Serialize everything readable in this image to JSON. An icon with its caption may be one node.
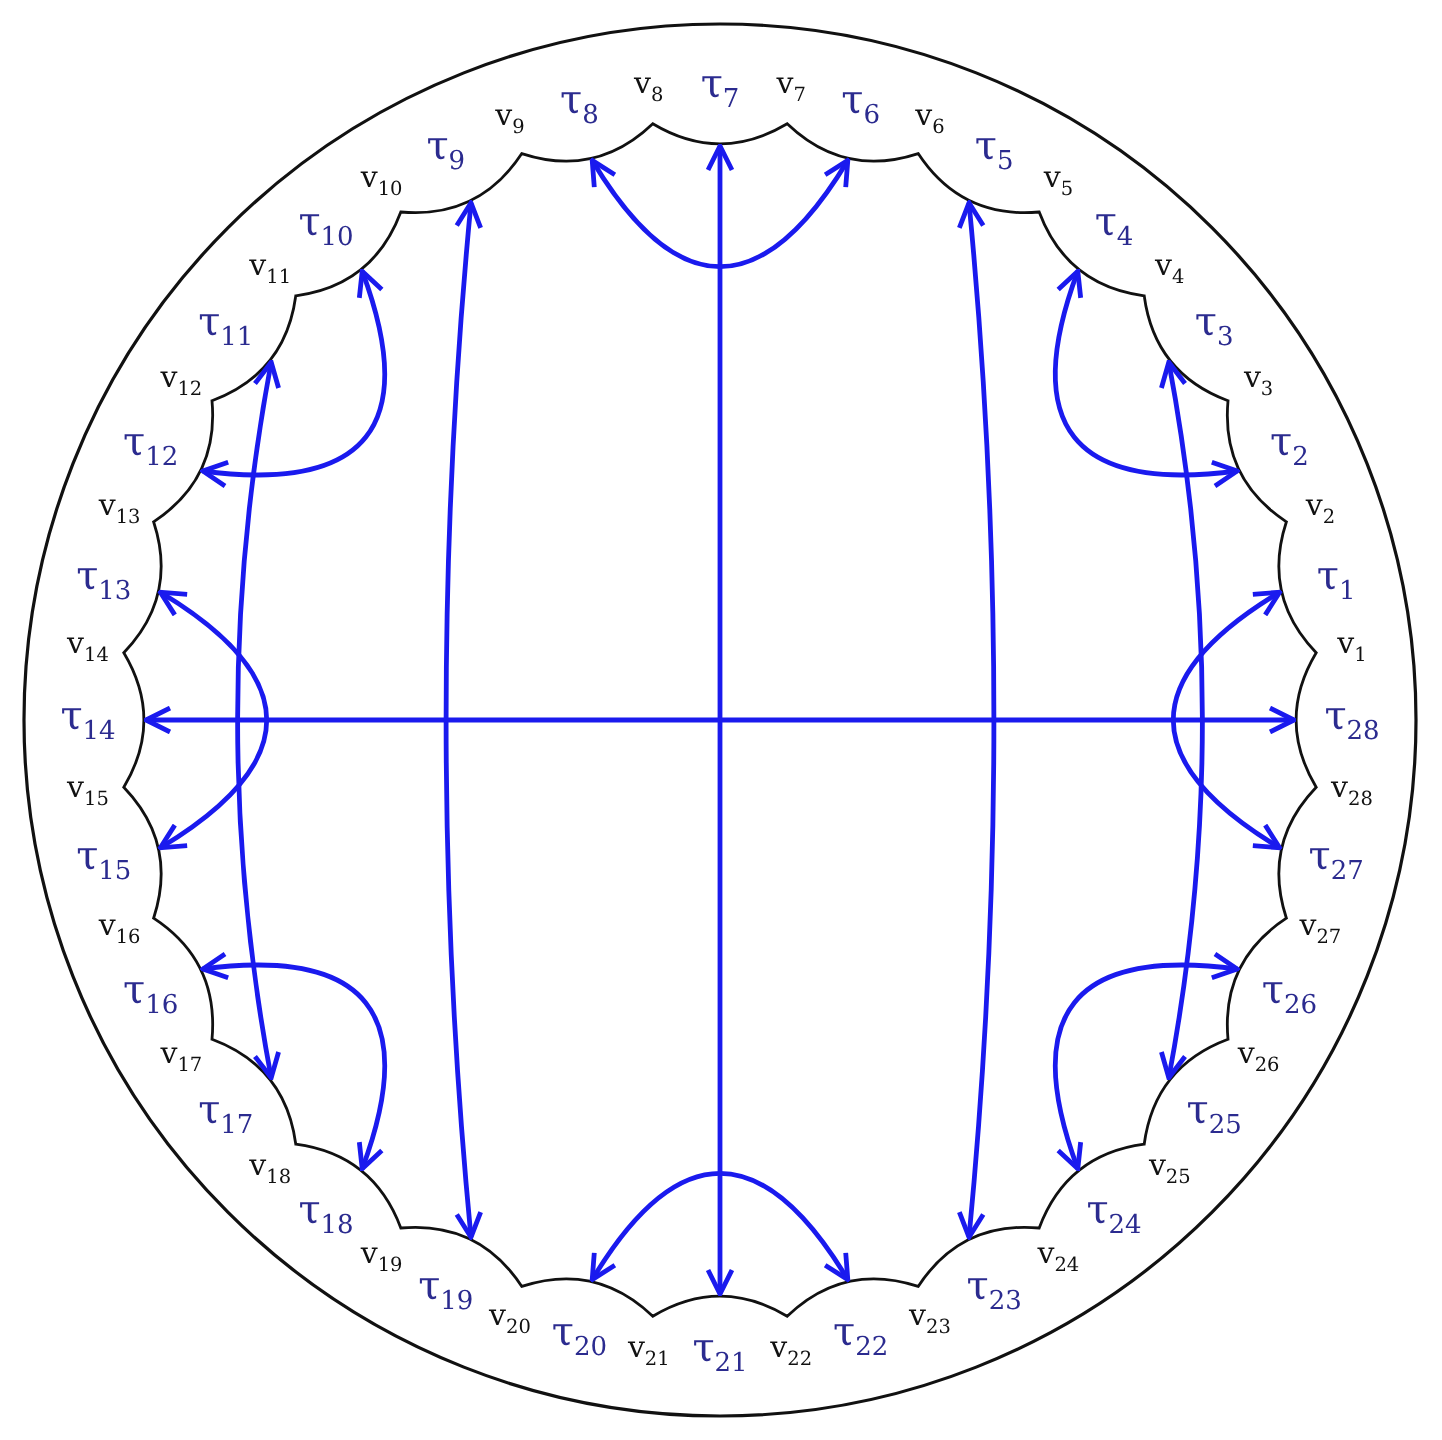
{
  "diagram": {
    "nodes": [
      {
        "text": [
          "τ$_{1}$"
        ]
      },
      {
        "text": [
          "τ$_{2}$"
        ]
      },
      {
        "text": [
          "τ$_{3}$"
        ]
      },
      {
        "text": [
          "τ$_{4}$"
        ]
      },
      {
        "text": [
          "τ$_{5}$"
        ]
      },
      {
        "text": [
          "τ$_{6}$"
        ]
      },
      {
        "text": [
          "τ$_{7}$"
        ]
      },
      {
        "text": [
          "τ$_{8}$"
        ]
      },
      {
        "text": [
          "τ$_{9}$"
        ]
      },
      {
        "text": [
          "τ$_{10}$"
        ]
      },
      {
        "text": [
          "τ$_{11}$"
        ]
      },
      {
        "text": [
          "τ$_{12}$"
        ]
      },
      {
        "text": [
          "τ$_{13}$"
        ]
      },
      {
        "text": [
          "τ$_{14}$"
        ]
      },
      {
        "text": [
          "τ$_{15}$"
        ]
      },
      {
        "text": [
          "τ$_{16}$"
        ]
      },
      {
        "text": [
          "τ$_{17}$"
        ]
      },
      {
        "text": [
          "τ$_{18}$"
        ]
      },
      {
        "text": [
          "τ$_{19}$"
        ]
      },
      {
        "text": [
          "τ$_{20}$"
        ]
      },
      {
        "text": [
          "τ$_{21}$"
        ]
      },
      {
        "text": [
          "τ$_{22}$"
        ]
      },
      {
        "text": [
          "τ$_{23}$"
        ]
      },
      {
        "text": [
          "τ$_{24}$"
        ]
      },
      {
        "text": [
          "τ$_{25}$"
        ]
      },
      {
        "text": [
          "τ$_{26}$"
        ]
      },
      {
        "text": [
          "τ$_{27}$"
        ]
      },
      {
        "text": [
          "τ$_{28}$"
        ]
      }
    ],
    "edges": [
      {
        "from": 6,
        "to": 20,
        "arrow": "both"
      },
      {
        "from": 7,
        "to": 5,
        "arrow": "both"
      },
      {
        "from": 19,
        "to": 21,
        "arrow": "both"
      },
      {
        "from": 13,
        "to": 27,
        "arrow": "both"
      },
      {
        "from": 12,
        "to": 14,
        "arrow": "both"
      },
      {
        "from": 0,
        "to": 26,
        "arrow": "both"
      },
      {
        "from": 8,
        "to": 18,
        "arrow": "both"
      },
      {
        "from": 4,
        "to": 22,
        "arrow": "both"
      },
      {
        "from": 9,
        "to": 11,
        "arrow": "both"
      },
      {
        "from": 10,
        "to": 16,
        "arrow": "both"
      },
      {
        "from": 15,
        "to": 17,
        "arrow": "both"
      },
      {
        "from": 3,
        "to": 1,
        "arrow": "both"
      },
      {
        "from": 2,
        "to": 24,
        "arrow": "both"
      },
      {
        "from": 25,
        "to": 23,
        "arrow": "both"
      }
    ],
    "labels": [
      "v$_{1}$",
      "v$_{2}$",
      "v$_{3}$",
      "v$_{4}$",
      "v$_{5}$",
      "v$_{6}$",
      "v$_{7}$",
      "v$_{8}$",
      "v$_{9}$",
      "v$_{10}$",
      "v$_{11}$",
      "v$_{12}$",
      "v$_{13}$",
      "v$_{14}$",
      "v$_{15}$",
      "v$_{16}$",
      "v$_{17}$",
      "v$_{18}$",
      "v$_{19}$",
      "v$_{20}$",
      "v$_{21}$",
      "v$_{22}$",
      "v$_{23}$",
      "v$_{24}$",
      "v$_{25}$",
      "v$_{26}$",
      "v$_{27}$",
      "v$_{28}$"
    ]
  }
}
